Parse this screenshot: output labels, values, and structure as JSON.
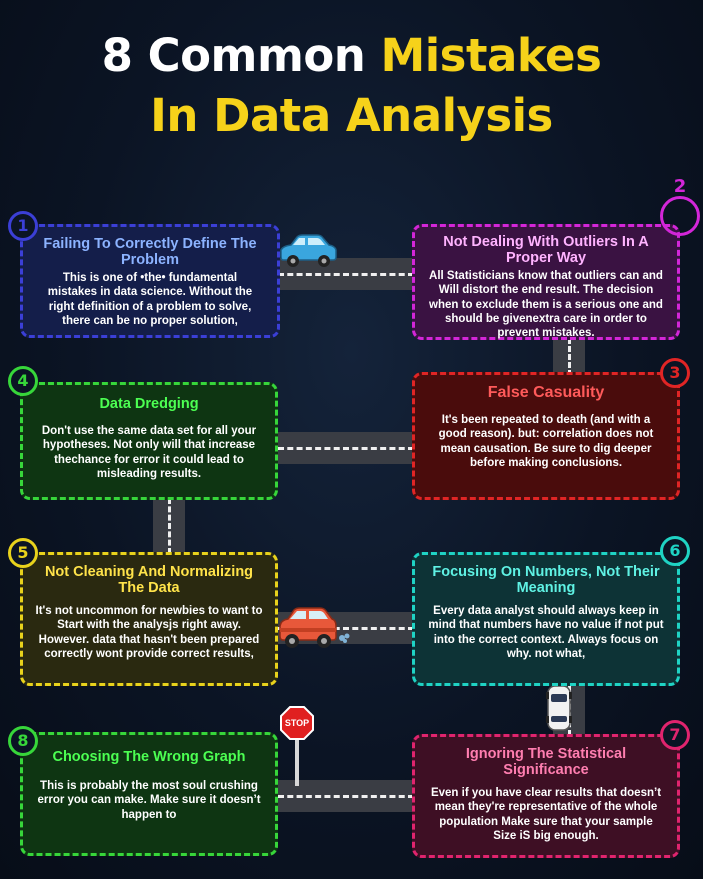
{
  "title": {
    "white": "8 Common",
    "yellow_1": "Mistakes",
    "yellow_2": "In Data Analysis"
  },
  "colors": {
    "blue": "#3b3fd6",
    "magenta": "#d326d8",
    "red": "#e02525",
    "green": "#37d63a",
    "yellow": "#e8d21c",
    "cyan": "#1fd3c4",
    "pink": "#e0246e",
    "title_yellow": "#f6d21a"
  },
  "mistakes": [
    {
      "number": "1",
      "title": "Failing To Correctly Define The Problem",
      "text": "This is one of •the• fundamental mistakes in data science. Without the right definition of a problem to solve, there can be no proper solution,"
    },
    {
      "number": "2",
      "title": "Not Dealing With Outliers In A Proper Way",
      "text": "All Statisticians know that outliers can and Will distort the end result. The decision when to exclude them is a serious one and should be givenextra care in order to prevent mistakes."
    },
    {
      "number": "3",
      "title": "False Casuality",
      "text": "It's been repeated to death (and with a good reason). but: correlation does not mean causation. Be sure to dig deeper before making conclusions."
    },
    {
      "number": "4",
      "title": "Data Dredging",
      "text": "Don't use the same data set for all your hypotheses. Not only will that increase thechance for error it could lead to misleading results."
    },
    {
      "number": "5",
      "title": "Not Cleaning And Normalizing The Data",
      "text": "It's not uncommon for newbies to want to Start with the analysjs right away. However. data that hasn't been prepared correctly wont provide correct results,"
    },
    {
      "number": "6",
      "title": "Focusing On Numbers, Not Their Meaning",
      "text": "Every data analyst should always keep in mind that numbers have no value if not put into the correct context. Always focus on why. not what,"
    },
    {
      "number": "7",
      "title": "Ignoring The Statistical Significance",
      "text": "Even if you have clear results that doesn’t mean they're representative of the whole population Make sure that your sample Size iS  big enough."
    },
    {
      "number": "8",
      "title": "Choosing The Wrong Graph",
      "text": "This is probably the most soul crushing error you can make. Make sure it doesn’t happen to"
    }
  ],
  "stop_sign": "STOP"
}
